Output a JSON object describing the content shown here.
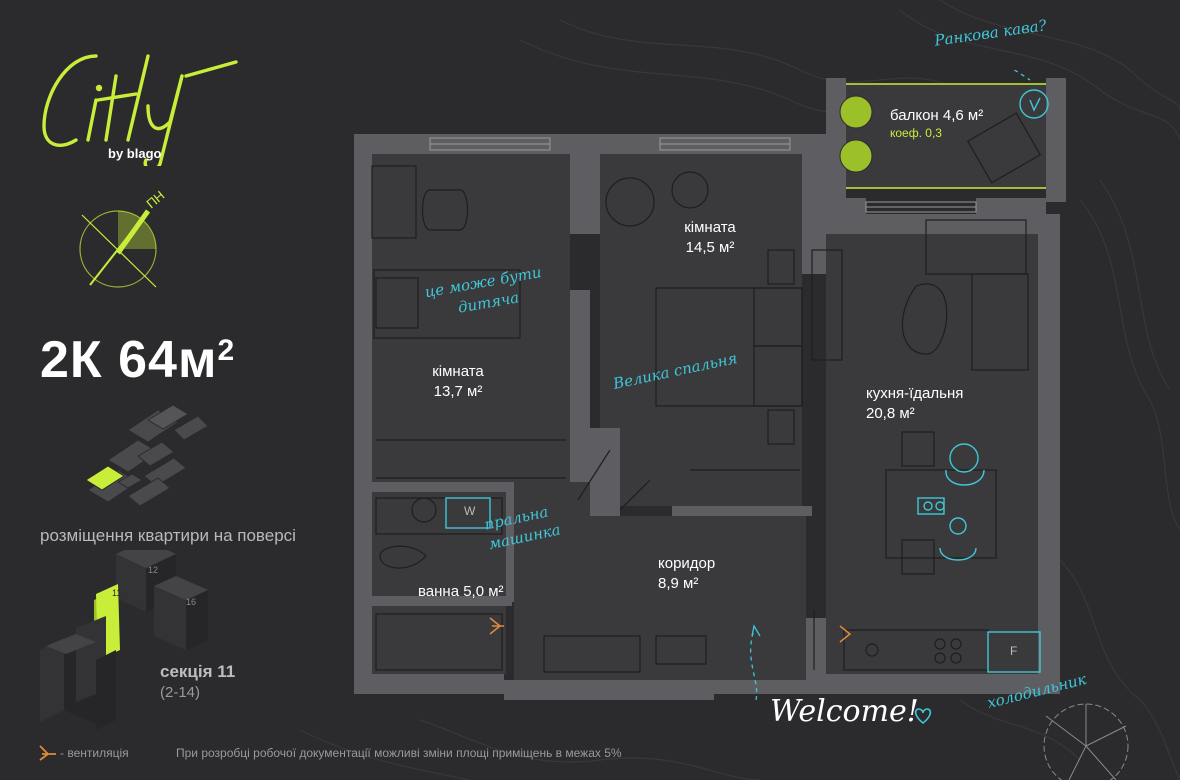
{
  "brand": {
    "logo_text": "City",
    "logo_sub": "by blago"
  },
  "compass": {
    "label": "ПН"
  },
  "apartment": {
    "rooms_code": "2К",
    "area": "64м",
    "area_sup": "2"
  },
  "floor_caption": "розміщення квартири на поверсі",
  "section": {
    "title": "секція 11",
    "range": "(2-14)",
    "tags": [
      "11",
      "12",
      "16"
    ]
  },
  "rooms": {
    "room_small": {
      "name": "кімната",
      "area": "13,7 м²"
    },
    "room_large": {
      "name": "кімната",
      "area": "14,5 м²"
    },
    "kitchen": {
      "name": "кухня-їдальня",
      "area": "20,8 м²"
    },
    "corridor": {
      "name": "коридор",
      "area": "8,9 м²"
    },
    "bath": {
      "name": "ванна 5,0 м²"
    },
    "balcony": {
      "name": "балкон 4,6 м²",
      "coef": "коеф. 0,3"
    }
  },
  "notes": {
    "kids": [
      "це може бути",
      "дитяча"
    ],
    "bedroom": "Велика спальня",
    "washer": [
      "пральна",
      "машинка"
    ],
    "coffee": "Ранкова кава?",
    "fridge": "холодильник",
    "welcome": "Welcome!"
  },
  "appliances": {
    "washer": "W",
    "fridge": "F"
  },
  "legend": {
    "vent": "- вентиляція"
  },
  "footnote": "При розробці робочої документації можливі зміни площі приміщень в межах 5%",
  "colors": {
    "accent": "#c8ee3a",
    "note": "#3fc7d8",
    "background": "#2b2b2d",
    "floor": "#3a3a3c",
    "wall": "#5e5e62"
  }
}
